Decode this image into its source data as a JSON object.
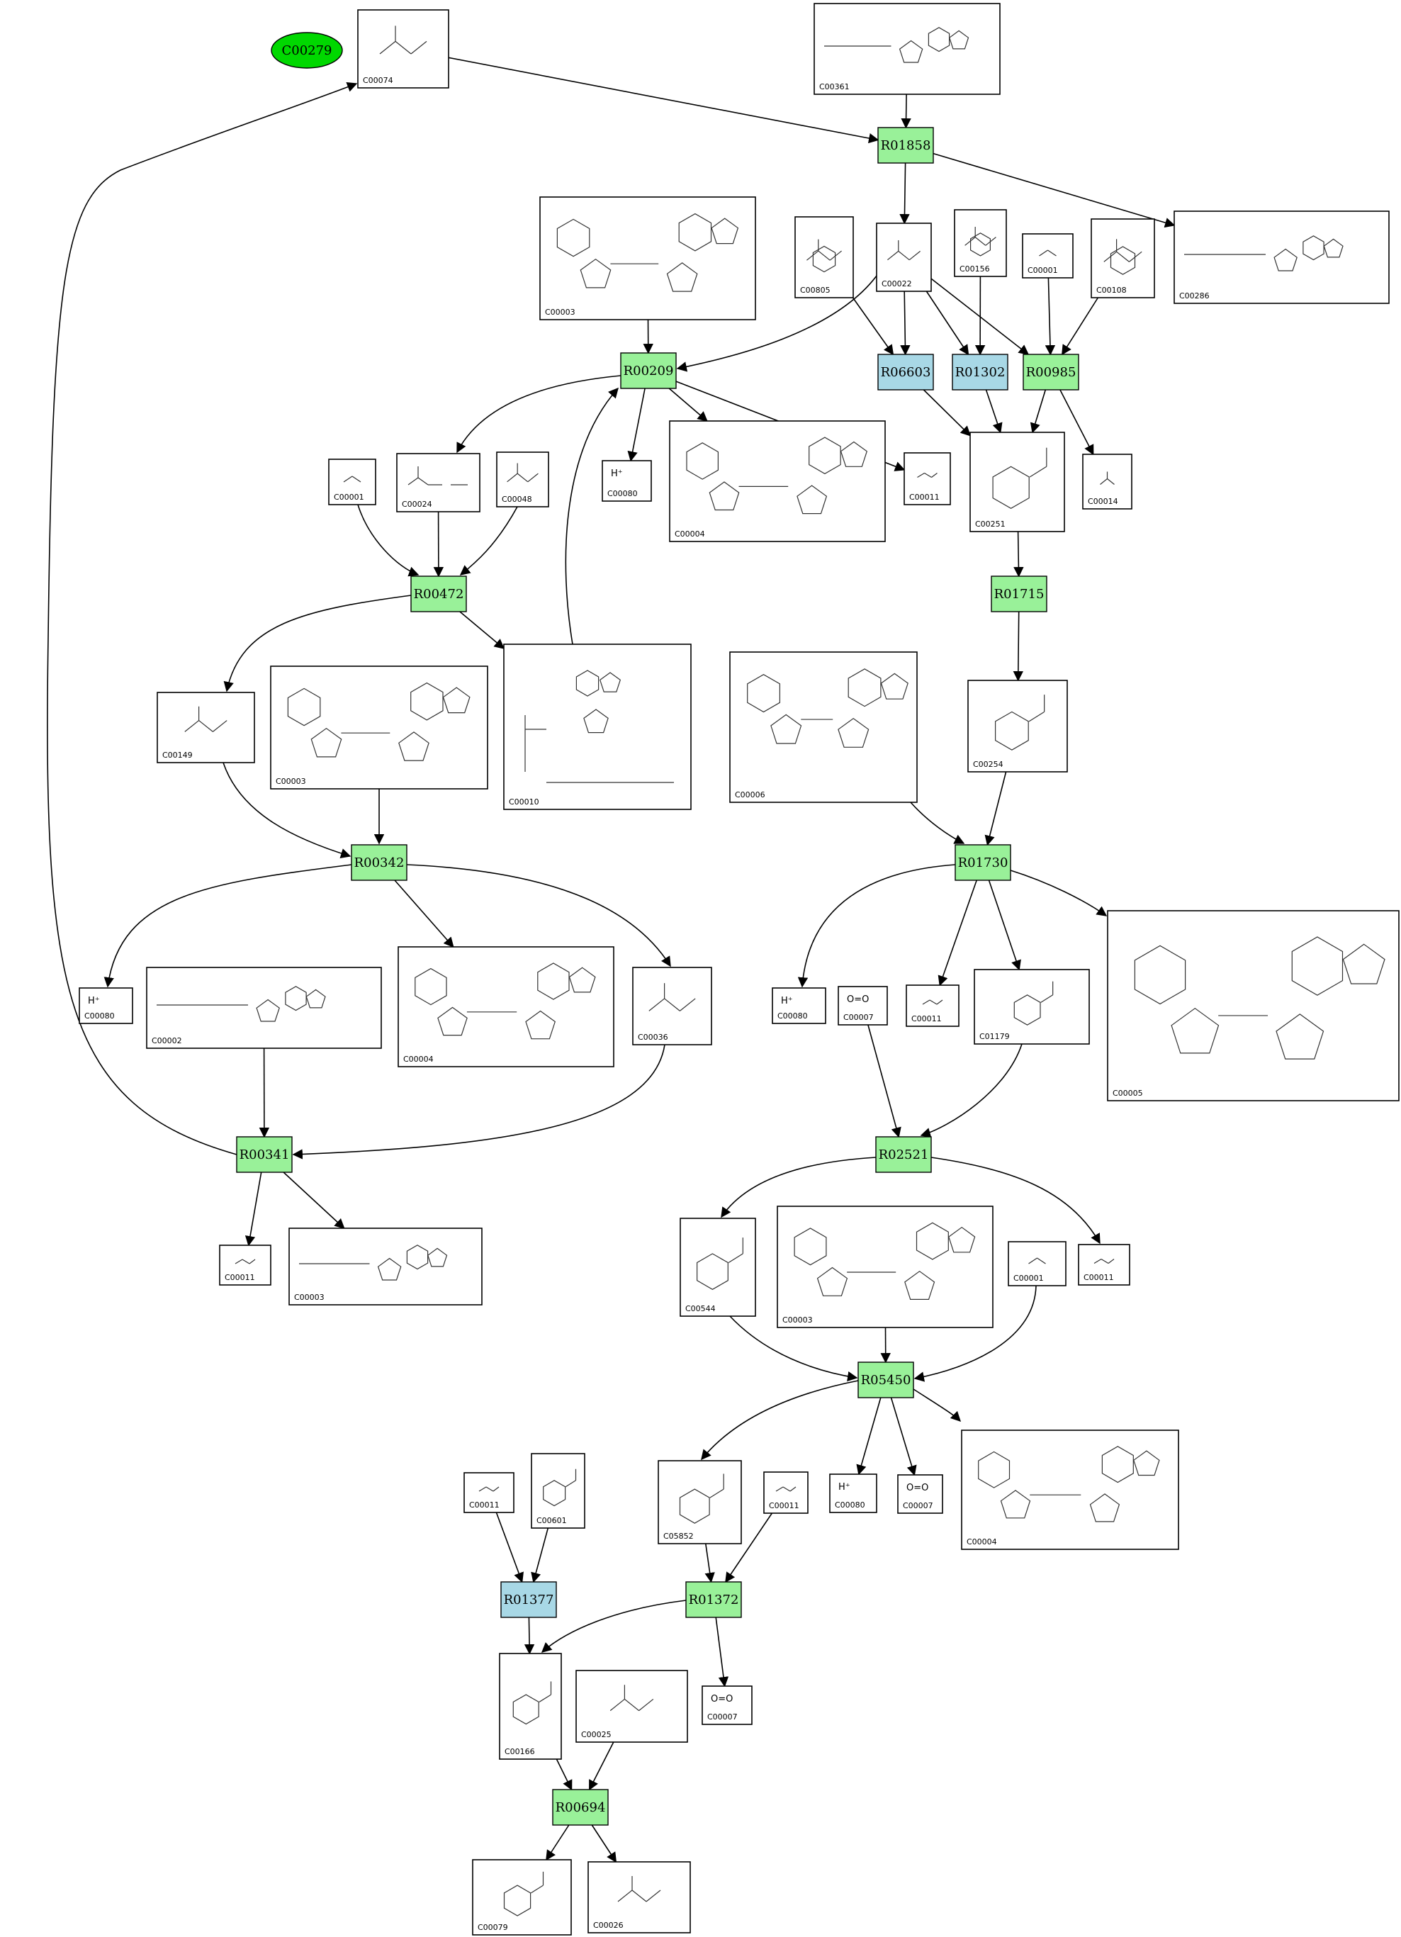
{
  "start": {
    "id": "C00279",
    "color": "#00d800"
  },
  "colors": {
    "reaction_green": "#99f199",
    "reaction_blue": "#a8d8e6",
    "start_green": "#00d800"
  },
  "compounds": [
    {
      "key": "c00074",
      "id": "C00074"
    },
    {
      "key": "c00361",
      "id": "C00361"
    },
    {
      "key": "c00286",
      "id": "C00286"
    },
    {
      "key": "c00003a",
      "id": "C00003"
    },
    {
      "key": "c00805",
      "id": "C00805"
    },
    {
      "key": "c00022",
      "id": "C00022"
    },
    {
      "key": "c00156",
      "id": "C00156"
    },
    {
      "key": "c00001a",
      "id": "C00001"
    },
    {
      "key": "c00108",
      "id": "C00108"
    },
    {
      "key": "c00001b",
      "id": "C00001"
    },
    {
      "key": "c00024",
      "id": "C00024"
    },
    {
      "key": "c00048",
      "id": "C00048"
    },
    {
      "key": "c00080a",
      "id": "C00080",
      "formula": "H⁺"
    },
    {
      "key": "c00004a",
      "id": "C00004"
    },
    {
      "key": "c00011a",
      "id": "C00011"
    },
    {
      "key": "c00251",
      "id": "C00251"
    },
    {
      "key": "c00014",
      "id": "C00014"
    },
    {
      "key": "c00149",
      "id": "C00149"
    },
    {
      "key": "c00003b",
      "id": "C00003"
    },
    {
      "key": "c00010",
      "id": "C00010"
    },
    {
      "key": "c00006",
      "id": "C00006"
    },
    {
      "key": "c00254",
      "id": "C00254"
    },
    {
      "key": "c00080b",
      "id": "C00080",
      "formula": "H⁺"
    },
    {
      "key": "c00002",
      "id": "C00002"
    },
    {
      "key": "c00004b",
      "id": "C00004"
    },
    {
      "key": "c00036",
      "id": "C00036"
    },
    {
      "key": "c00080c",
      "id": "C00080",
      "formula": "H⁺"
    },
    {
      "key": "c00007a",
      "id": "C00007",
      "formula": "O=O"
    },
    {
      "key": "c00011b",
      "id": "C00011"
    },
    {
      "key": "c01179",
      "id": "C01179"
    },
    {
      "key": "c00005",
      "id": "C00005"
    },
    {
      "key": "c00011c",
      "id": "C00011"
    },
    {
      "key": "c00003c",
      "id": "C00003"
    },
    {
      "key": "c00544",
      "id": "C00544"
    },
    {
      "key": "c00003d",
      "id": "C00003"
    },
    {
      "key": "c00001c",
      "id": "C00001"
    },
    {
      "key": "c00011d",
      "id": "C00011"
    },
    {
      "key": "c00011e",
      "id": "C00011"
    },
    {
      "key": "c00601",
      "id": "C00601"
    },
    {
      "key": "c05852",
      "id": "C05852"
    },
    {
      "key": "c00011f",
      "id": "C00011"
    },
    {
      "key": "c00080d",
      "id": "C00080",
      "formula": "H⁺"
    },
    {
      "key": "c00007b",
      "id": "C00007",
      "formula": "O=O"
    },
    {
      "key": "c00004c",
      "id": "C00004"
    },
    {
      "key": "c00166",
      "id": "C00166"
    },
    {
      "key": "c00025",
      "id": "C00025"
    },
    {
      "key": "c00007c",
      "id": "C00007",
      "formula": "O=O"
    },
    {
      "key": "c00079",
      "id": "C00079"
    },
    {
      "key": "c00026",
      "id": "C00026"
    }
  ],
  "reactions": [
    {
      "key": "r01858",
      "id": "R01858",
      "color": "#99f199"
    },
    {
      "key": "r00209",
      "id": "R00209",
      "color": "#99f199"
    },
    {
      "key": "r06603",
      "id": "R06603",
      "color": "#a8d8e6"
    },
    {
      "key": "r01302",
      "id": "R01302",
      "color": "#a8d8e6"
    },
    {
      "key": "r00985",
      "id": "R00985",
      "color": "#99f199"
    },
    {
      "key": "r00472",
      "id": "R00472",
      "color": "#99f199"
    },
    {
      "key": "r01715",
      "id": "R01715",
      "color": "#99f199"
    },
    {
      "key": "r00342",
      "id": "R00342",
      "color": "#99f199"
    },
    {
      "key": "r01730",
      "id": "R01730",
      "color": "#99f199"
    },
    {
      "key": "r00341",
      "id": "R00341",
      "color": "#99f199"
    },
    {
      "key": "r02521",
      "id": "R02521",
      "color": "#99f199"
    },
    {
      "key": "r05450",
      "id": "R05450",
      "color": "#99f199"
    },
    {
      "key": "r01377",
      "id": "R01377",
      "color": "#a8d8e6"
    },
    {
      "key": "r01372",
      "id": "R01372",
      "color": "#99f199"
    },
    {
      "key": "r00694",
      "id": "R00694",
      "color": "#99f199"
    }
  ],
  "edges": [
    [
      "c00074",
      "r01858"
    ],
    [
      "c00361",
      "r01858"
    ],
    [
      "r01858",
      "c00286"
    ],
    [
      "r01858",
      "c00022"
    ],
    [
      "c00003a",
      "r00209"
    ],
    [
      "c00022",
      "r00209"
    ],
    [
      "c00805",
      "r06603"
    ],
    [
      "c00022",
      "r06603"
    ],
    [
      "c00022",
      "r01302"
    ],
    [
      "c00156",
      "r01302"
    ],
    [
      "c00022",
      "r00985"
    ],
    [
      "c00001a",
      "r00985"
    ],
    [
      "c00108",
      "r00985"
    ],
    [
      "r06603",
      "c00251"
    ],
    [
      "r01302",
      "c00251"
    ],
    [
      "r00985",
      "c00251"
    ],
    [
      "r00985",
      "c00014"
    ],
    [
      "r00209",
      "c00024"
    ],
    [
      "r00209",
      "c00080a"
    ],
    [
      "r00209",
      "c00004a"
    ],
    [
      "r00209",
      "c00011a"
    ],
    [
      "c00001b",
      "r00472"
    ],
    [
      "c00024",
      "r00472"
    ],
    [
      "c00048",
      "r00472"
    ],
    [
      "r00472",
      "c00149"
    ],
    [
      "r00472",
      "c00010"
    ],
    [
      "c00010",
      "r00209"
    ],
    [
      "c00251",
      "r01715"
    ],
    [
      "r01715",
      "c00254"
    ],
    [
      "c00149",
      "r00342"
    ],
    [
      "c00003b",
      "r00342"
    ],
    [
      "r00342",
      "c00080b"
    ],
    [
      "r00342",
      "c00004b"
    ],
    [
      "r00342",
      "c00036"
    ],
    [
      "c00002",
      "r00341"
    ],
    [
      "c00036",
      "r00341"
    ],
    [
      "r00341",
      "c00074"
    ],
    [
      "r00341",
      "c00011e"
    ],
    [
      "r00341",
      "c00003c"
    ],
    [
      "c00006",
      "r01730"
    ],
    [
      "c00254",
      "r01730"
    ],
    [
      "r01730",
      "c00080c"
    ],
    [
      "r01730",
      "c00011b"
    ],
    [
      "r01730",
      "c01179"
    ],
    [
      "r01730",
      "c00005"
    ],
    [
      "c00007a",
      "r02521"
    ],
    [
      "c01179",
      "r02521"
    ],
    [
      "r02521",
      "c00544"
    ],
    [
      "r02521",
      "c00011c"
    ],
    [
      "c00544",
      "r05450"
    ],
    [
      "c00003d",
      "r05450"
    ],
    [
      "c00001c",
      "r05450"
    ],
    [
      "r05450",
      "c05852"
    ],
    [
      "r05450",
      "c00080d"
    ],
    [
      "r05450",
      "c00007b"
    ],
    [
      "r05450",
      "c00004c"
    ],
    [
      "c00011d",
      "r01377"
    ],
    [
      "c00601",
      "r01377"
    ],
    [
      "r01377",
      "c00166"
    ],
    [
      "c05852",
      "r01372"
    ],
    [
      "c00011f",
      "r01372"
    ],
    [
      "r01372",
      "c00166"
    ],
    [
      "r01372",
      "c00007c"
    ],
    [
      "c00166",
      "r00694"
    ],
    [
      "c00025",
      "r00694"
    ],
    [
      "r00694",
      "c00079"
    ],
    [
      "r00694",
      "c00026"
    ]
  ]
}
